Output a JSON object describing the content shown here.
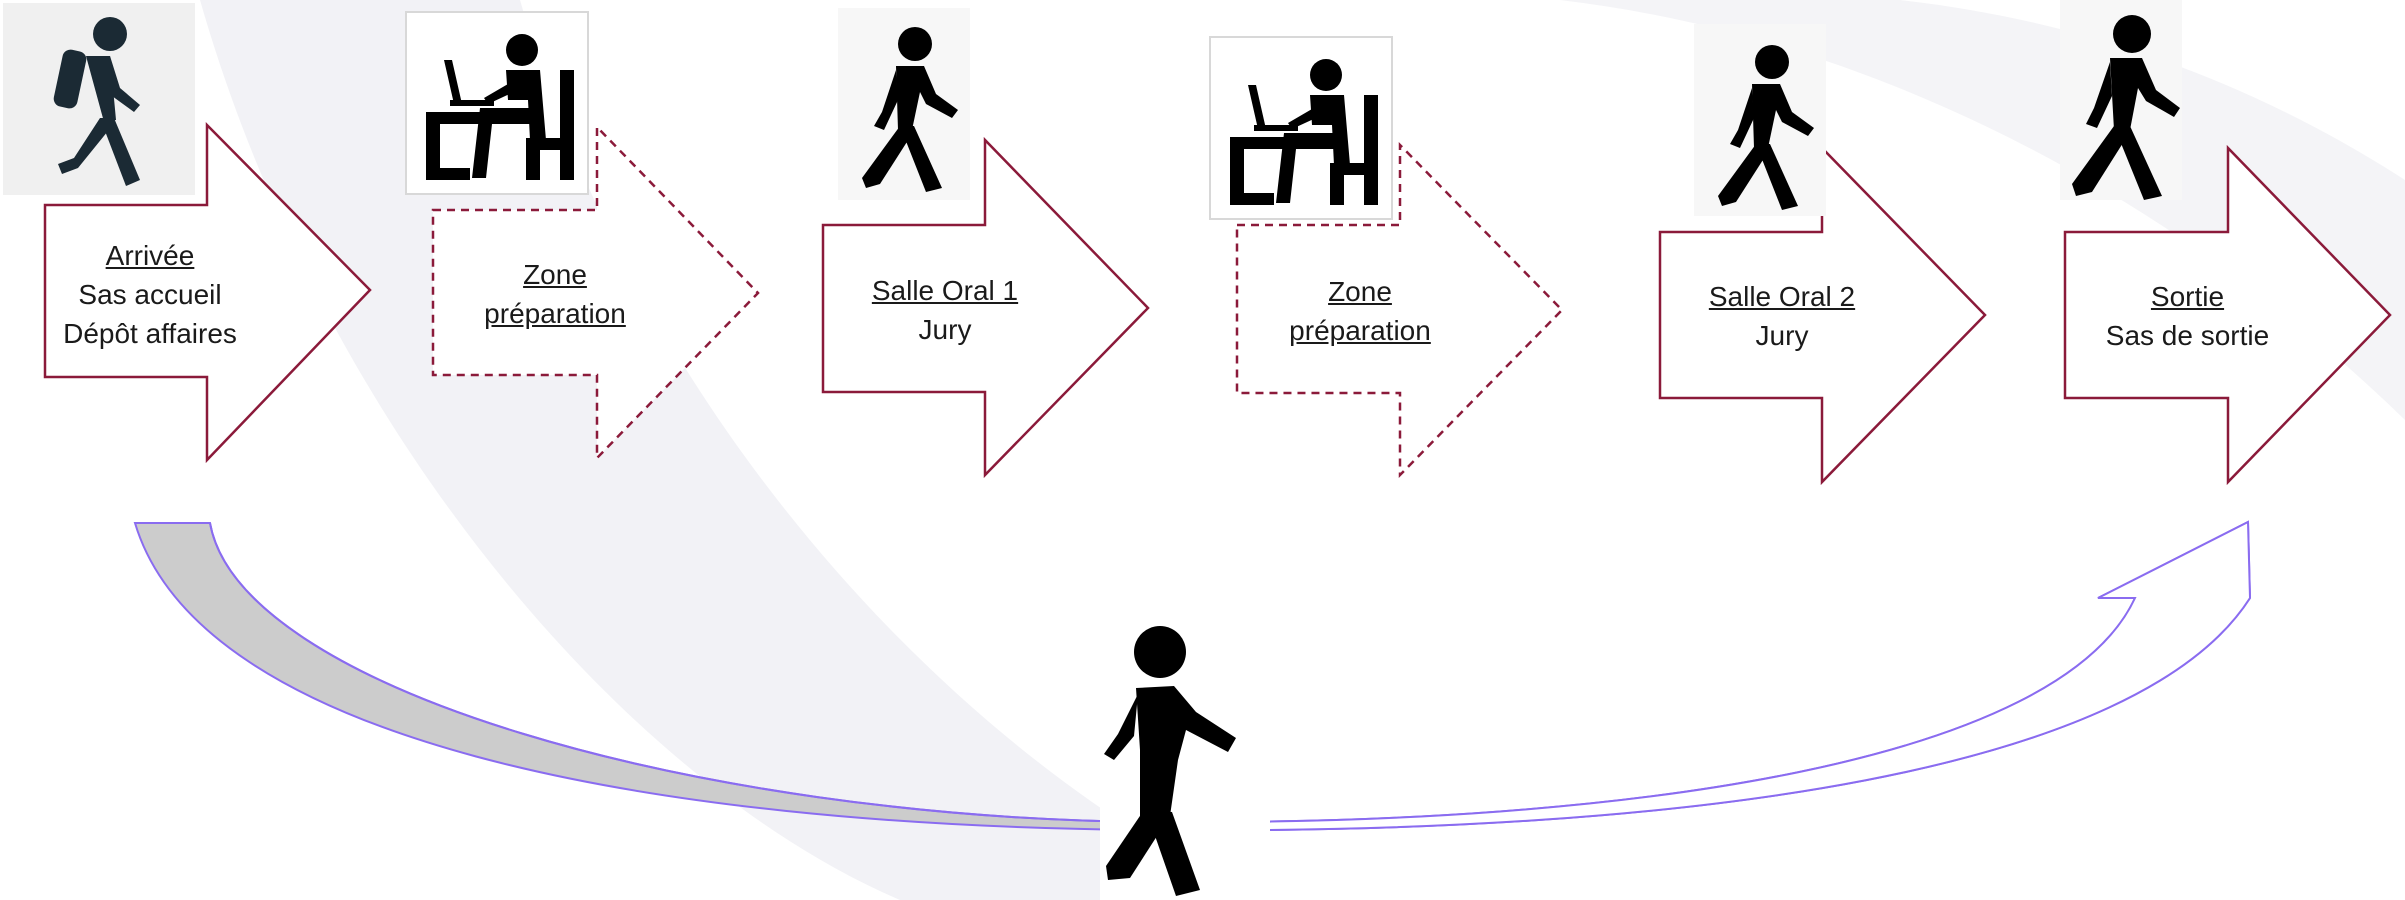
{
  "diagram": {
    "steps": [
      {
        "id": "arrivee",
        "title": "Arrivée",
        "lines": [
          "Sas accueil",
          "Dépôt affaires"
        ],
        "style": "solid",
        "icon": "hiker-icon"
      },
      {
        "id": "prep1",
        "title": "Zone",
        "lines": [],
        "title2": "préparation",
        "style": "dashed",
        "icon": "desk-worker-icon"
      },
      {
        "id": "oral1",
        "title": "Salle Oral 1",
        "lines": [
          "Jury"
        ],
        "style": "solid",
        "icon": "walking-person-icon"
      },
      {
        "id": "prep2",
        "title": "Zone",
        "lines": [],
        "title2": "préparation",
        "style": "dashed",
        "icon": "desk-worker-icon"
      },
      {
        "id": "oral2",
        "title": "Salle Oral 2",
        "lines": [
          "Jury"
        ],
        "style": "solid",
        "icon": "walking-person-icon"
      },
      {
        "id": "sortie",
        "title": "Sortie",
        "lines": [
          "Sas de sortie"
        ],
        "style": "solid",
        "icon": "walking-person-icon"
      }
    ],
    "colors": {
      "arrow_border": "#8b1a3a",
      "curved_arrow_border": "#8a6cf0",
      "curved_arrow_fill": "#c9c9c9",
      "icon": "#111111",
      "watermark": "#f1f1f6"
    },
    "bottom_icon": "walking-person-icon"
  }
}
